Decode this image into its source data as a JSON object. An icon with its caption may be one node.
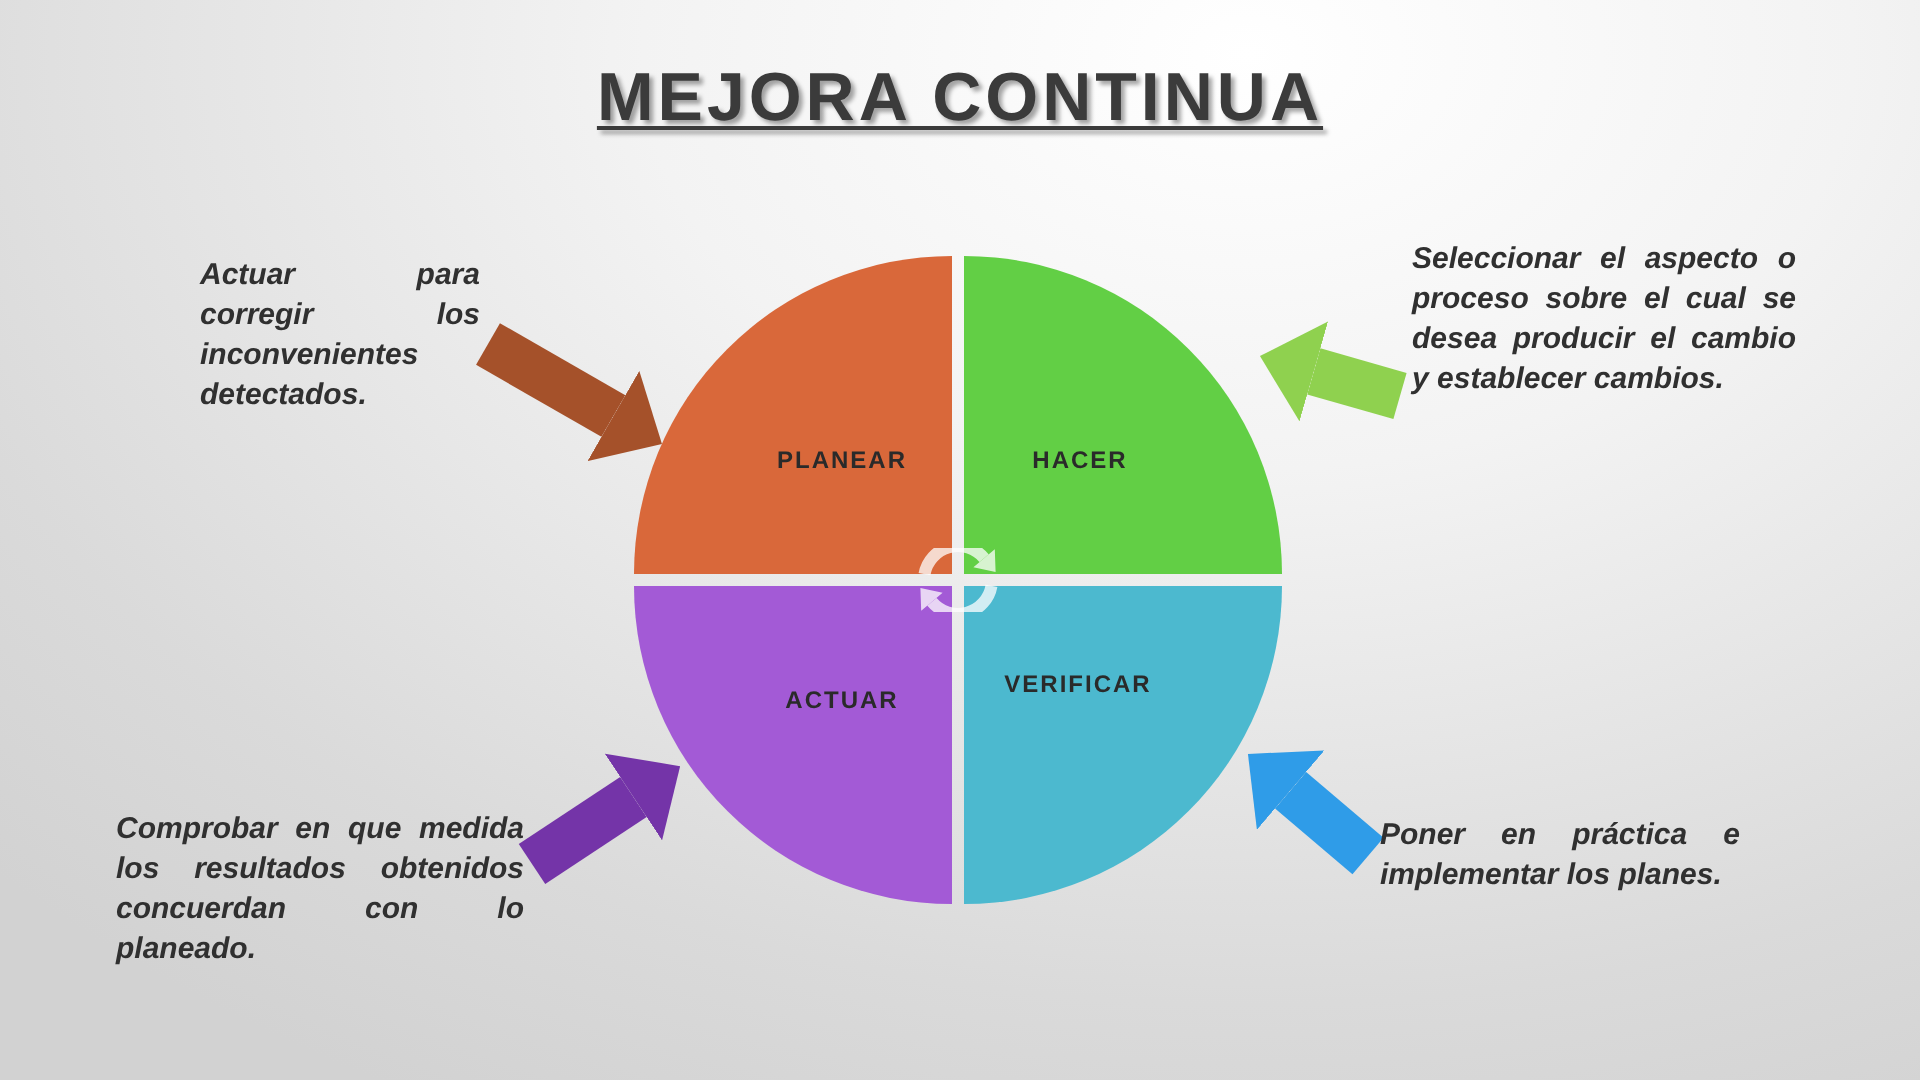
{
  "diagram": {
    "title": "MEJORA CONTINUA",
    "nodes": [
      {
        "text": [
          "Actuar para corregir los inconvenientes detectados."
        ]
      },
      {
        "text": [
          "Seleccionar el aspecto o proceso sobre el cual se desea producir el cambio y establecer cambios."
        ]
      },
      {
        "text": [
          "PLANEAR"
        ]
      },
      {
        "text": [
          "HACER"
        ]
      },
      {
        "text": [
          "ACTUAR"
        ]
      },
      {
        "text": [
          "VERIFICAR"
        ]
      },
      {
        "text": [
          "Comprobar en que medida los resultados obtenidos concuerdan con lo planeado."
        ]
      },
      {
        "text": [
          "Poner en práctica e implementar los planes."
        ]
      }
    ],
    "edges": [
      {
        "from": 0,
        "to": 2,
        "arrow": "to",
        "color": "#a5512a"
      },
      {
        "from": 1,
        "to": 3,
        "arrow": "to",
        "color": "#8fd14f"
      },
      {
        "from": 6,
        "to": 4,
        "arrow": "to",
        "color": "#7434a8"
      },
      {
        "from": 7,
        "to": 5,
        "arrow": "to",
        "color": "#2f9ce8"
      }
    ]
  }
}
